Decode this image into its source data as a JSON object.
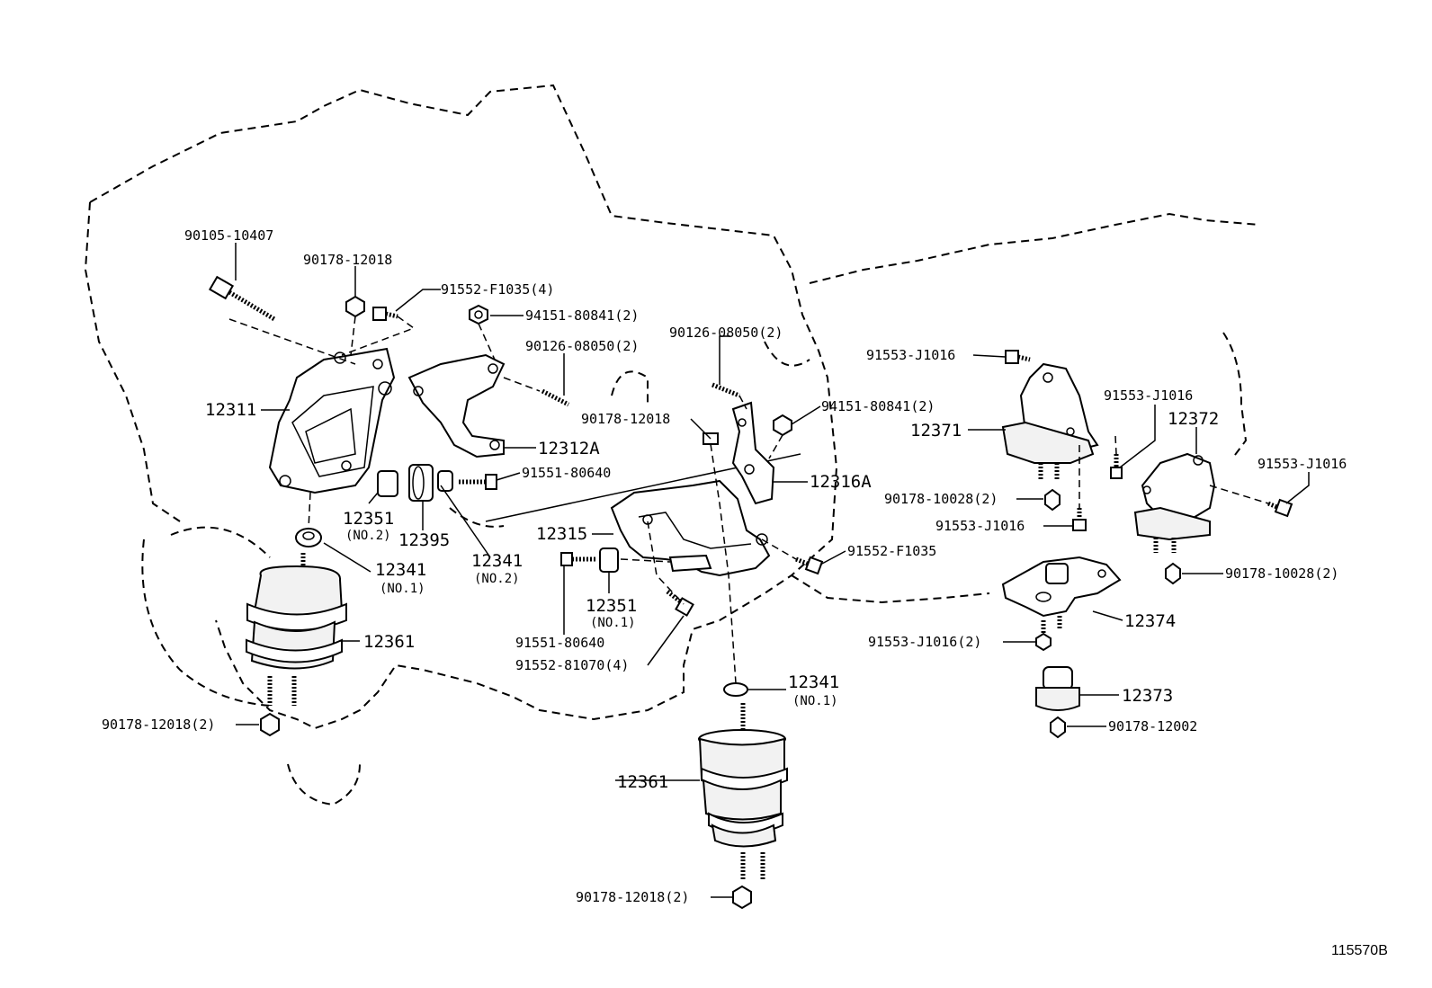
{
  "diagram": {
    "reference_code": "115570B",
    "labels": {
      "bolt_90105_10407": "90105-10407",
      "nut_90178_12018_top": "90178-12018",
      "bolt_91552_f1035_4": "91552-F1035(4)",
      "nut_94151_80841_left": "94151-80841(2)",
      "stud_90126_08050_left": "90126-08050(2)",
      "stud_90126_08050_right": "90126-08050(2)",
      "nut_94151_80841_right": "94151-80841(2)",
      "nut_90178_12018_mid": "90178-12018",
      "bracket_12311": "12311",
      "bracket_12312a": "12312A",
      "bolt_91551_80640_top": "91551-80640",
      "stopper_12351_left": "12351",
      "stopper_12351_left_sub": "(NO.2)",
      "stopper_12395": "12395",
      "stopper_12341_no2": "12341",
      "stopper_12341_no2_sub": "(NO.2)",
      "stopper_12341_no1_left": "12341",
      "stopper_12341_no1_left_sub": "(NO.1)",
      "insulator_12361_left": "12361",
      "nut_90178_12018_left_bottom": "90178-12018(2)",
      "bracket_12315": "12315",
      "stopper_12351_mid": "12351",
      "stopper_12351_mid_sub": "(NO.1)",
      "bolt_91551_80640_bottom": "91551-80640",
      "bolt_91552_81070": "91552-81070(4)",
      "bracket_12316a": "12316A",
      "bolt_91552_f1035": "91552-F1035",
      "stopper_12341_no1_right": "12341",
      "stopper_12341_no1_right_sub": "(NO.1)",
      "insulator_12361_right": "12361",
      "nut_90178_12018_center_bottom": "90178-12018(2)",
      "bolt_91553_j1016_top": "91553-J1016",
      "insulator_12371": "12371",
      "nut_90178_10028_left": "90178-10028(2)",
      "bolt_91553_j1016_mid": "91553-J1016",
      "bolt_91553_j1016_upper_right": "91553-J1016",
      "insulator_12372": "12372",
      "bolt_91553_j1016_far_right": "91553-J1016",
      "nut_90178_10028_right": "90178-10028(2)",
      "member_12374": "12374",
      "bolt_91553_j1016_2": "91553-J1016(2)",
      "stopper_12373": "12373",
      "nut_90178_12002": "90178-12002"
    }
  }
}
